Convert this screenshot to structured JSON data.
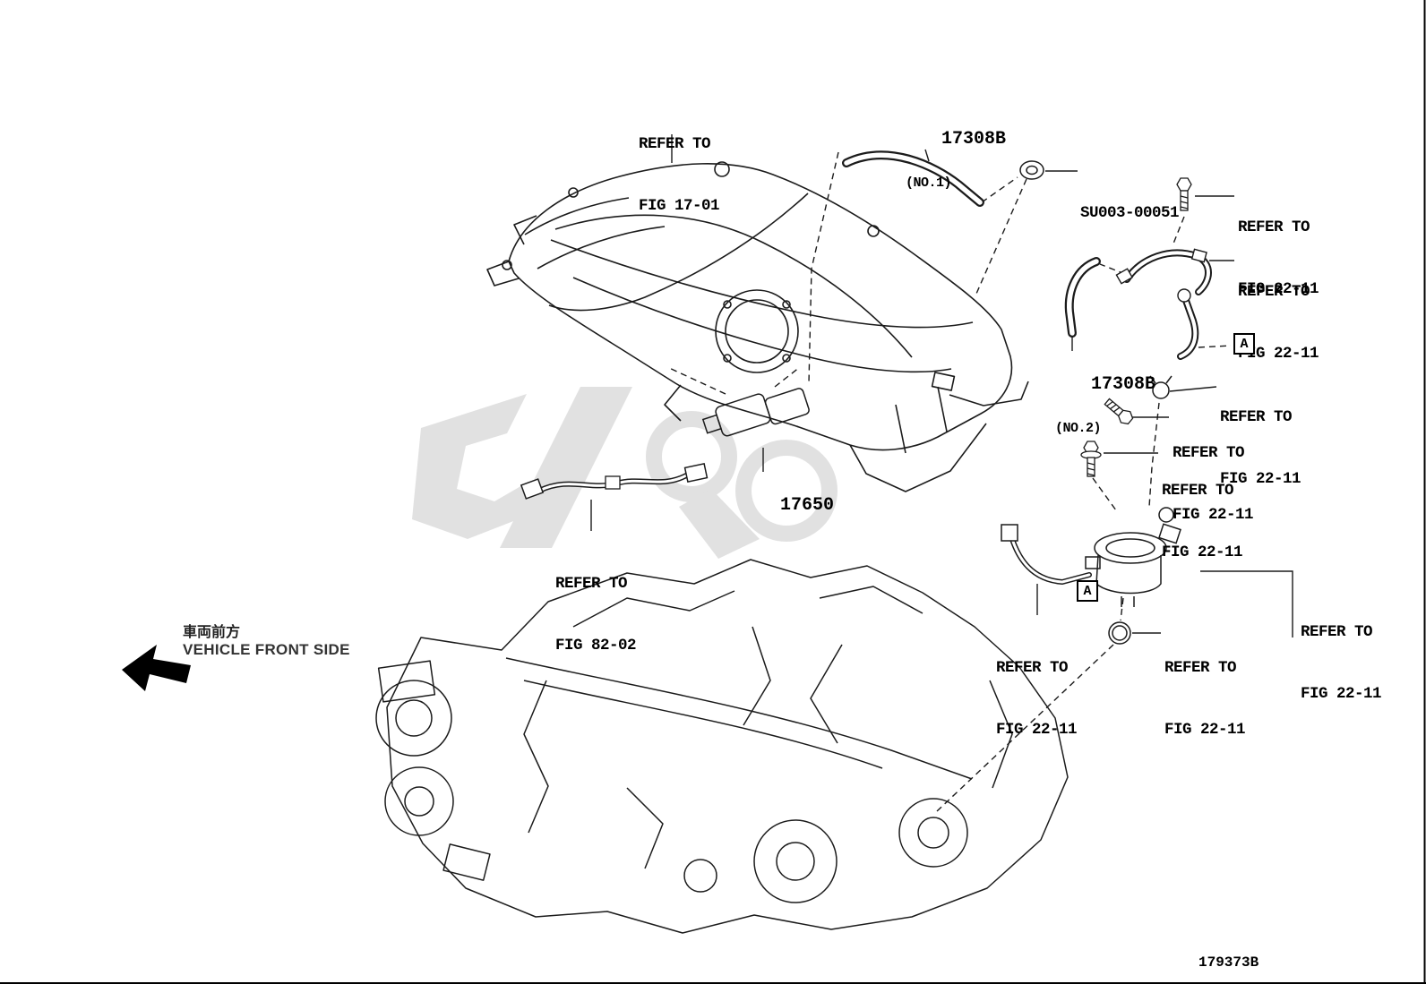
{
  "strings": {
    "refer_to": "REFER TO",
    "fig_17_01": "FIG 17-01",
    "fig_22_11": "FIG 22-11",
    "fig_82_02": "FIG 82-02"
  },
  "parts": {
    "hose_no1": {
      "number": "17308B",
      "note": "(NO.1)"
    },
    "hose_no2": {
      "number": "17308B",
      "note": "(NO.2)"
    },
    "grommet": {
      "number": "SU003-00051"
    },
    "purge_valve": {
      "number": "17650"
    }
  },
  "callout": {
    "letter": "A"
  },
  "orientation": {
    "jp": "車両前方",
    "en": "VEHICLE FRONT SIDE"
  },
  "footer": {
    "code": "179373B"
  }
}
